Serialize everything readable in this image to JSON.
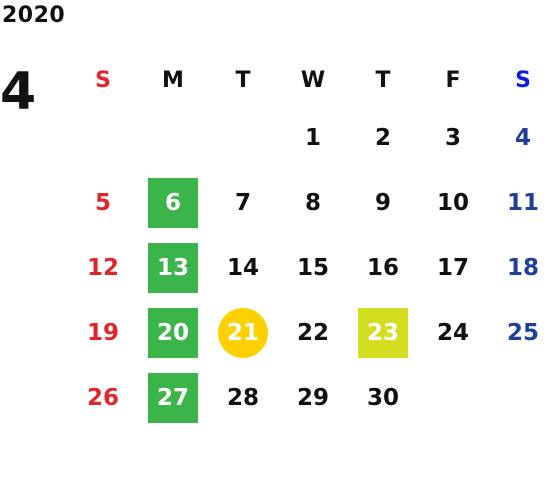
{
  "year": "2020",
  "month": "4",
  "colors": {
    "sunday": "#e0262b",
    "saturday": "#1f3f9a",
    "saturday_header": "#0a1fe0",
    "weekday": "#111111",
    "holiday_bg": "#3bb54a",
    "today_bg": "#ffd000",
    "special_bg": "#d4de20"
  },
  "weekdays": [
    "S",
    "M",
    "T",
    "W",
    "T",
    "F",
    "S"
  ],
  "weeks": [
    [
      "",
      "",
      "",
      "1",
      "2",
      "3",
      "4"
    ],
    [
      "5",
      "6",
      "7",
      "8",
      "9",
      "10",
      "11"
    ],
    [
      "12",
      "13",
      "14",
      "15",
      "16",
      "17",
      "18"
    ],
    [
      "19",
      "20",
      "21",
      "22",
      "23",
      "24",
      "25"
    ],
    [
      "26",
      "27",
      "28",
      "29",
      "30",
      "",
      ""
    ]
  ],
  "highlights": {
    "holiday": [
      "6",
      "13",
      "20",
      "27"
    ],
    "today": [
      "21"
    ],
    "special": [
      "23"
    ]
  }
}
